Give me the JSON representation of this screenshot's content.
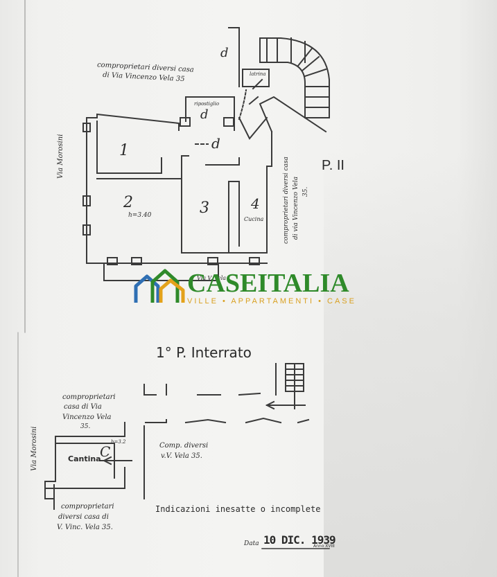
{
  "plan_upper": {
    "floor_label": "P. II",
    "neighbors_top": [
      "comproprietari diversi casa",
      "di Via Vincenzo Vela 35"
    ],
    "neighbors_right": [
      "comproprietari diversi casa",
      "di via Vincenzo Vela",
      "35."
    ],
    "street_left": "Via Morosini",
    "street_bottom": "Via V. Vela",
    "latrine": "latrina",
    "closet": "ripostiglio",
    "closet_letter": "d",
    "corridor_letter": "d",
    "stair_letter": "d",
    "rooms": [
      {
        "number": "1"
      },
      {
        "number": "2",
        "note": "h=3.40"
      },
      {
        "number": "3"
      },
      {
        "number": "4",
        "note": "Cucina"
      }
    ]
  },
  "logo": {
    "brand": "CASEITALIA",
    "tagline": "VILLE • APPARTAMENTI • CASE",
    "colors": {
      "green": "#2f8a2a",
      "blue": "#2f6fb3",
      "orange": "#e3a21a"
    }
  },
  "plan_lower": {
    "title": "1° P. Interrato",
    "neighbors_top": [
      "comproprietari",
      "casa di Via",
      "Vincenzo Vela",
      "35."
    ],
    "street_left": "Via Morosini",
    "cellar": "Cantina",
    "cellar_letter": "C",
    "cellar_height": "h=3.2",
    "neighbors_right": [
      "Comp. diversi",
      "v.V. Vela 35."
    ],
    "neighbors_bottom": [
      "comproprietari",
      "diversi casa di",
      "V. Vinc. Vela 35."
    ],
    "note": "Indicazioni inesatte o incomplete"
  },
  "date": {
    "label": "Data",
    "value": "10 DIC. 1939",
    "suffix": "Anno XVIII"
  }
}
